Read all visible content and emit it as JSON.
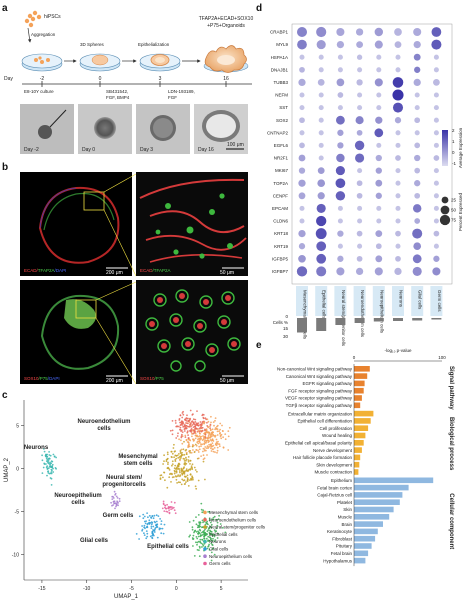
{
  "panel_a": {
    "label": "a",
    "hipsc": "hiPSCs",
    "steps": [
      "Aggregation",
      "3D Spheres",
      "Epithelialization"
    ],
    "organoid_title": [
      "TFAP2A+ECAD+SOX10",
      "+P75+Organoids"
    ],
    "day_label": "Day",
    "days": [
      "-2",
      "0",
      "3",
      "16"
    ],
    "culture": "E8-10Y culture",
    "factors": [
      [
        "SB431542,",
        "FGF, BMP4"
      ],
      [
        "LDN-193189,",
        "FGF"
      ]
    ],
    "image_days": [
      "Day -2",
      "Day 0",
      "Day 3",
      "Day 16"
    ],
    "scale": "100 μm"
  },
  "panel_b": {
    "label": "b",
    "top_labels": [
      [
        "ECAD",
        "TFAP2A",
        "DAPI"
      ],
      [
        "ECAD",
        "TFAP2A"
      ]
    ],
    "bottom_labels": [
      [
        "SOX10",
        "P75",
        "DAPI"
      ],
      [
        "SOX10",
        "P75"
      ]
    ],
    "scales": [
      "200 μm",
      "50 μm",
      "200 μm",
      "50 μm"
    ]
  },
  "panel_c": {
    "label": "c",
    "xlabel": "UMAP_1",
    "ylabel": "UMAP_2",
    "xticks": [
      "-15",
      "-10",
      "-5",
      "0",
      "5"
    ],
    "yticks": [
      "5",
      "0",
      "-5",
      "-10"
    ],
    "clusters": [
      {
        "name": "Mesenchymal stem cells",
        "color": "#f4a259",
        "label": [
          "Mesenchymal",
          "stem cells"
        ]
      },
      {
        "name": "Neuroendothelium cells",
        "color": "#e86a5c",
        "label": [
          "Neuroendothelium",
          "cells"
        ]
      },
      {
        "name": "Neural stem/progenitor cells",
        "color": "#c7a32a",
        "label": [
          "Neural stem/",
          "progenitorcells"
        ]
      },
      {
        "name": "Epithelial cells",
        "color": "#3fae57",
        "label": [
          "Epithelial cells"
        ]
      },
      {
        "name": "Neurons",
        "color": "#3bb7b0",
        "label": [
          "Neurons"
        ]
      },
      {
        "name": "Glial cells",
        "color": "#2f9fd6",
        "label": [
          "Glial cells"
        ]
      },
      {
        "name": "Neuroepithelium cells",
        "color": "#a77fd0",
        "label": [
          "Neuroepithelium",
          "cells"
        ]
      },
      {
        "name": "Germ cells",
        "color": "#e8609a",
        "label": [
          "Germ cells"
        ]
      }
    ]
  },
  "panel_d": {
    "label": "d",
    "genes": [
      "CRABP1",
      "MYL9",
      "HSPA1A",
      "DNAJB1",
      "TUBB3",
      "NEFM",
      "SST",
      "SOX2",
      "CNTNAP2",
      "EGFL6",
      "NR2F1",
      "MKI67",
      "TOP2A",
      "CENPF",
      "EPCAM",
      "CLDN6",
      "KRT18",
      "KRT19",
      "IGFBP5",
      "IGFBP7"
    ],
    "groups": [
      "Mesenchymal stem cells",
      "Epithelial cells",
      "Neural stem/progenitor cells",
      "Neuroendothelium cells",
      "Neuroepithelium cells",
      "Neurons",
      "Glial cells",
      "Germ cells"
    ],
    "dot_size": [
      [
        70,
        72,
        40,
        30,
        45,
        35,
        40,
        65
      ],
      [
        65,
        55,
        30,
        25,
        40,
        25,
        30,
        70
      ],
      [
        10,
        10,
        10,
        12,
        10,
        10,
        25,
        10
      ],
      [
        15,
        10,
        10,
        10,
        10,
        10,
        20,
        10
      ],
      [
        30,
        25,
        35,
        20,
        40,
        80,
        30,
        25
      ],
      [
        10,
        10,
        15,
        10,
        10,
        90,
        10,
        10
      ],
      [
        10,
        10,
        10,
        10,
        10,
        70,
        10,
        10
      ],
      [
        15,
        10,
        50,
        40,
        30,
        20,
        15,
        10
      ],
      [
        10,
        10,
        20,
        15,
        50,
        10,
        10,
        10
      ],
      [
        15,
        10,
        20,
        60,
        10,
        10,
        15,
        10
      ],
      [
        25,
        10,
        45,
        55,
        20,
        15,
        20,
        15
      ],
      [
        20,
        25,
        55,
        10,
        20,
        10,
        15,
        10
      ],
      [
        30,
        35,
        65,
        15,
        25,
        10,
        20,
        10
      ],
      [
        25,
        30,
        60,
        15,
        20,
        10,
        15,
        10
      ],
      [
        10,
        55,
        10,
        10,
        10,
        10,
        45,
        10
      ],
      [
        10,
        75,
        10,
        10,
        10,
        10,
        15,
        10
      ],
      [
        30,
        85,
        20,
        15,
        25,
        15,
        70,
        15
      ],
      [
        20,
        65,
        10,
        10,
        15,
        10,
        35,
        10
      ],
      [
        35,
        65,
        20,
        15,
        25,
        15,
        50,
        20
      ],
      [
        75,
        70,
        40,
        30,
        40,
        30,
        55,
        40
      ]
    ],
    "avg_expr": [
      [
        0.8,
        0.6,
        0.1,
        0,
        0.3,
        -0.2,
        0,
        1.5
      ],
      [
        0.9,
        0.3,
        0,
        0,
        0.2,
        -0.2,
        0,
        1.6
      ],
      [
        -0.5,
        -0.5,
        -0.5,
        -0.4,
        -0.5,
        -0.5,
        0.8,
        -0.5
      ],
      [
        -0.2,
        -0.5,
        -0.5,
        -0.5,
        -0.5,
        -0.5,
        0.9,
        -0.5
      ],
      [
        0,
        -0.2,
        0.3,
        -0.3,
        0.5,
        2.2,
        0,
        -0.3
      ],
      [
        -0.5,
        -0.5,
        -0.3,
        -0.5,
        -0.5,
        2.4,
        -0.5,
        -0.5
      ],
      [
        -0.5,
        -0.5,
        -0.5,
        -0.5,
        -0.5,
        1.8,
        -0.5,
        -0.5
      ],
      [
        -0.3,
        -0.5,
        1.2,
        0.8,
        0.5,
        0,
        -0.3,
        -0.5
      ],
      [
        -0.5,
        -0.5,
        0.2,
        0,
        1.6,
        -0.5,
        -0.5,
        -0.5
      ],
      [
        -0.3,
        -0.5,
        0.2,
        1.4,
        -0.5,
        -0.5,
        -0.3,
        -0.5
      ],
      [
        0.2,
        -0.5,
        0.9,
        1.3,
        0,
        -0.3,
        0,
        -0.3
      ],
      [
        0,
        0.3,
        1.6,
        -0.5,
        0.2,
        -0.5,
        -0.3,
        -0.5
      ],
      [
        0.2,
        0.4,
        1.7,
        -0.3,
        0.3,
        -0.5,
        0,
        -0.5
      ],
      [
        0.1,
        0.3,
        1.5,
        -0.3,
        0.2,
        -0.5,
        -0.3,
        -0.5
      ],
      [
        -0.5,
        1.5,
        -0.5,
        -0.5,
        -0.5,
        -0.5,
        1.0,
        -0.5
      ],
      [
        -0.5,
        2.0,
        -0.5,
        -0.5,
        -0.5,
        -0.5,
        0,
        -0.5
      ],
      [
        0.2,
        1.8,
        0,
        -0.3,
        0.2,
        -0.3,
        1.2,
        -0.3
      ],
      [
        0,
        1.5,
        -0.5,
        -0.5,
        -0.3,
        -0.5,
        0.6,
        -0.5
      ],
      [
        0.4,
        1.5,
        0,
        -0.3,
        0.2,
        -0.3,
        1.0,
        0.2
      ],
      [
        1.3,
        1.0,
        0.2,
        0,
        0.2,
        -0.2,
        0.6,
        0.6
      ]
    ],
    "cells_pct": [
      29,
      26,
      14,
      10,
      7,
      6,
      5,
      3
    ],
    "cells_pct_label": [
      "Cells %",
      "0",
      "15",
      "30"
    ],
    "legend_expr_title": "Average Expression",
    "legend_expr_ticks": [
      "2",
      "1",
      "0",
      "-1"
    ],
    "legend_size_title": "Percent Expressed",
    "legend_size_ticks": [
      "25",
      "50",
      "75"
    ]
  },
  "panel_e": {
    "label": "e",
    "axis_label": "-log₁₀ p-value",
    "axis_ticks": [
      "0",
      "100"
    ],
    "sections": [
      {
        "name": "Signal pathway",
        "color": "#e8822e",
        "items": [
          [
            "Non-canonical Wnt signaling pathway",
            18
          ],
          [
            "Canonical Wnt signaling pathway",
            15
          ],
          [
            "EGFR signaling pathway",
            12
          ],
          [
            "FGF receptor signaling pathway",
            11
          ],
          [
            "VEGF receptor signaling pathway",
            9
          ],
          [
            "TGFβ receptor signaling pathway",
            7
          ]
        ]
      },
      {
        "name": "Biological process",
        "color": "#f2b134",
        "items": [
          [
            "Extracellular matrix organization",
            22
          ],
          [
            "Epithelial cell differentiation",
            19
          ],
          [
            "Cell proliferation",
            16
          ],
          [
            "Wound healing",
            13
          ],
          [
            "Epithelial cell apical/basal polarity",
            11
          ],
          [
            "Nerve development",
            9
          ],
          [
            "Hair follicle placode formation",
            7
          ],
          [
            "Skin development",
            6
          ],
          [
            "Muscle contraction",
            5
          ]
        ]
      },
      {
        "name": "Cellular component",
        "color": "#8fb8e0",
        "items": [
          [
            "Epithelium",
            90
          ],
          [
            "Fetal brain cortex",
            62
          ],
          [
            "Cajal-Retzius cell",
            55
          ],
          [
            "Platelet",
            52
          ],
          [
            "Skin",
            45
          ],
          [
            "Muscle",
            40
          ],
          [
            "Brain",
            33
          ],
          [
            "Keratinocyte",
            27
          ],
          [
            "Fibroblast",
            24
          ],
          [
            "Pituitary",
            20
          ],
          [
            "Fetal brain",
            16
          ],
          [
            "Hypothalamus",
            13
          ]
        ]
      }
    ]
  }
}
